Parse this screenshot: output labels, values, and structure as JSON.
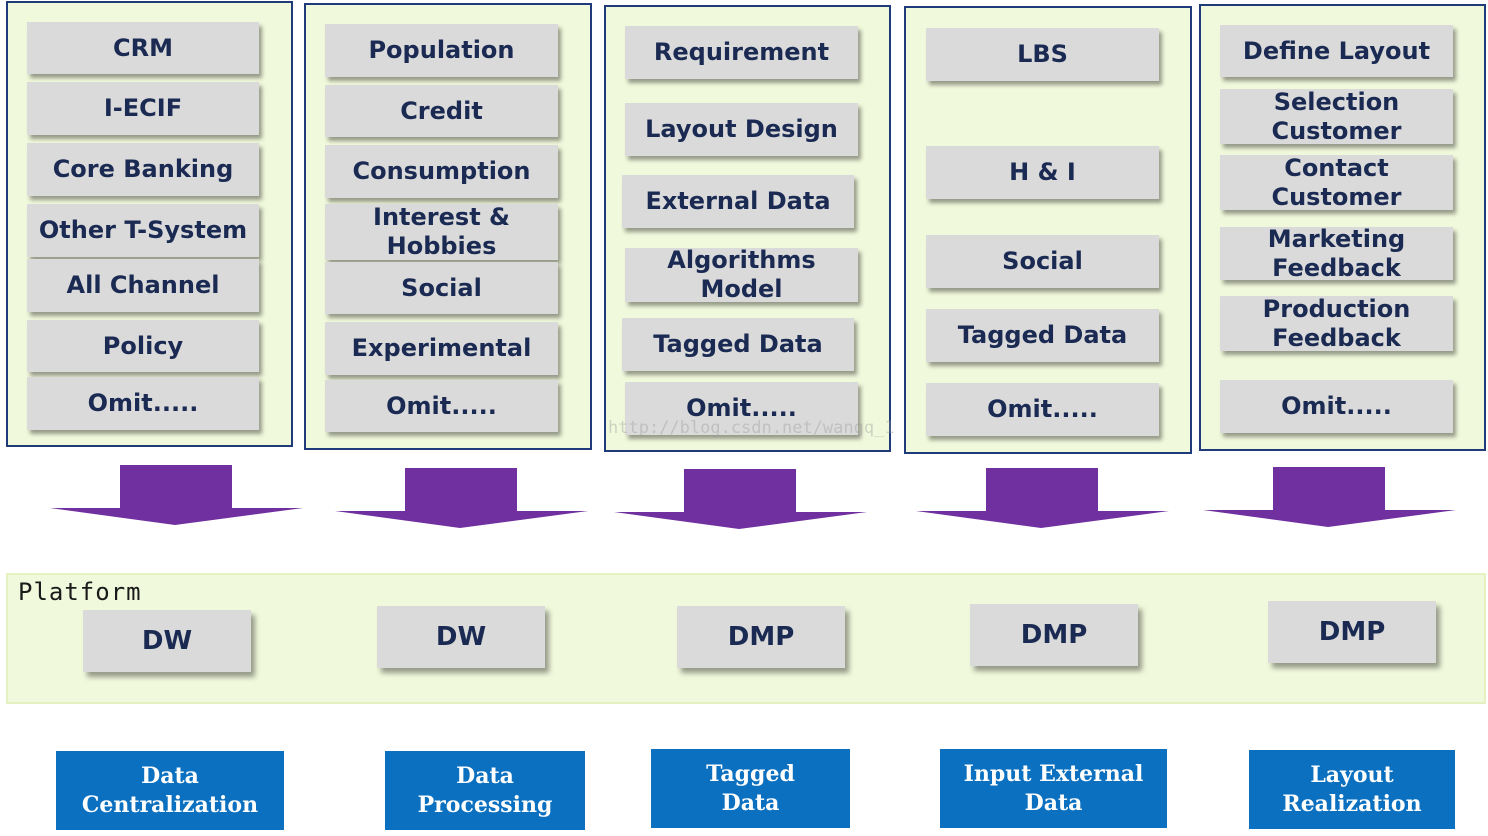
{
  "columns": [
    {
      "items": [
        "CRM",
        "I-ECIF",
        "Core Banking",
        "Other T-System",
        "All Channel",
        "Policy",
        "Omit....."
      ]
    },
    {
      "items": [
        "Population",
        "Credit",
        "Consumption",
        "Interest &\nHobbies",
        "Social",
        "Experimental",
        "Omit....."
      ]
    },
    {
      "items": [
        "Requirement",
        "Layout Design",
        "External Data",
        "Algorithms\nModel",
        "Tagged Data",
        "Omit....."
      ]
    },
    {
      "items": [
        "LBS",
        "H & I",
        "Social",
        "Tagged Data",
        "Omit....."
      ]
    },
    {
      "items": [
        "Define Layout",
        "Selection\nCustomer",
        "Contact\nCustomer",
        "Marketing\nFeedback",
        "Production\nFeedback",
        "Omit....."
      ]
    }
  ],
  "platform": {
    "label": "Platform",
    "items": [
      "DW",
      "DW",
      "DMP",
      "DMP",
      "DMP"
    ]
  },
  "stages": [
    "Data\nCentralization",
    "Data\nProcessing",
    "Tagged\nData",
    "Input External\nData",
    "Layout\nRealization"
  ],
  "watermark": "http://blog.csdn.net/wangq_1",
  "colors": {
    "panel_fill": "#f1f9dc",
    "panel_border": "#1f3b7a",
    "arrow": "#7030a0",
    "stage": "#0b70c0",
    "item": "#dadada",
    "item_text": "#1a2a52"
  }
}
